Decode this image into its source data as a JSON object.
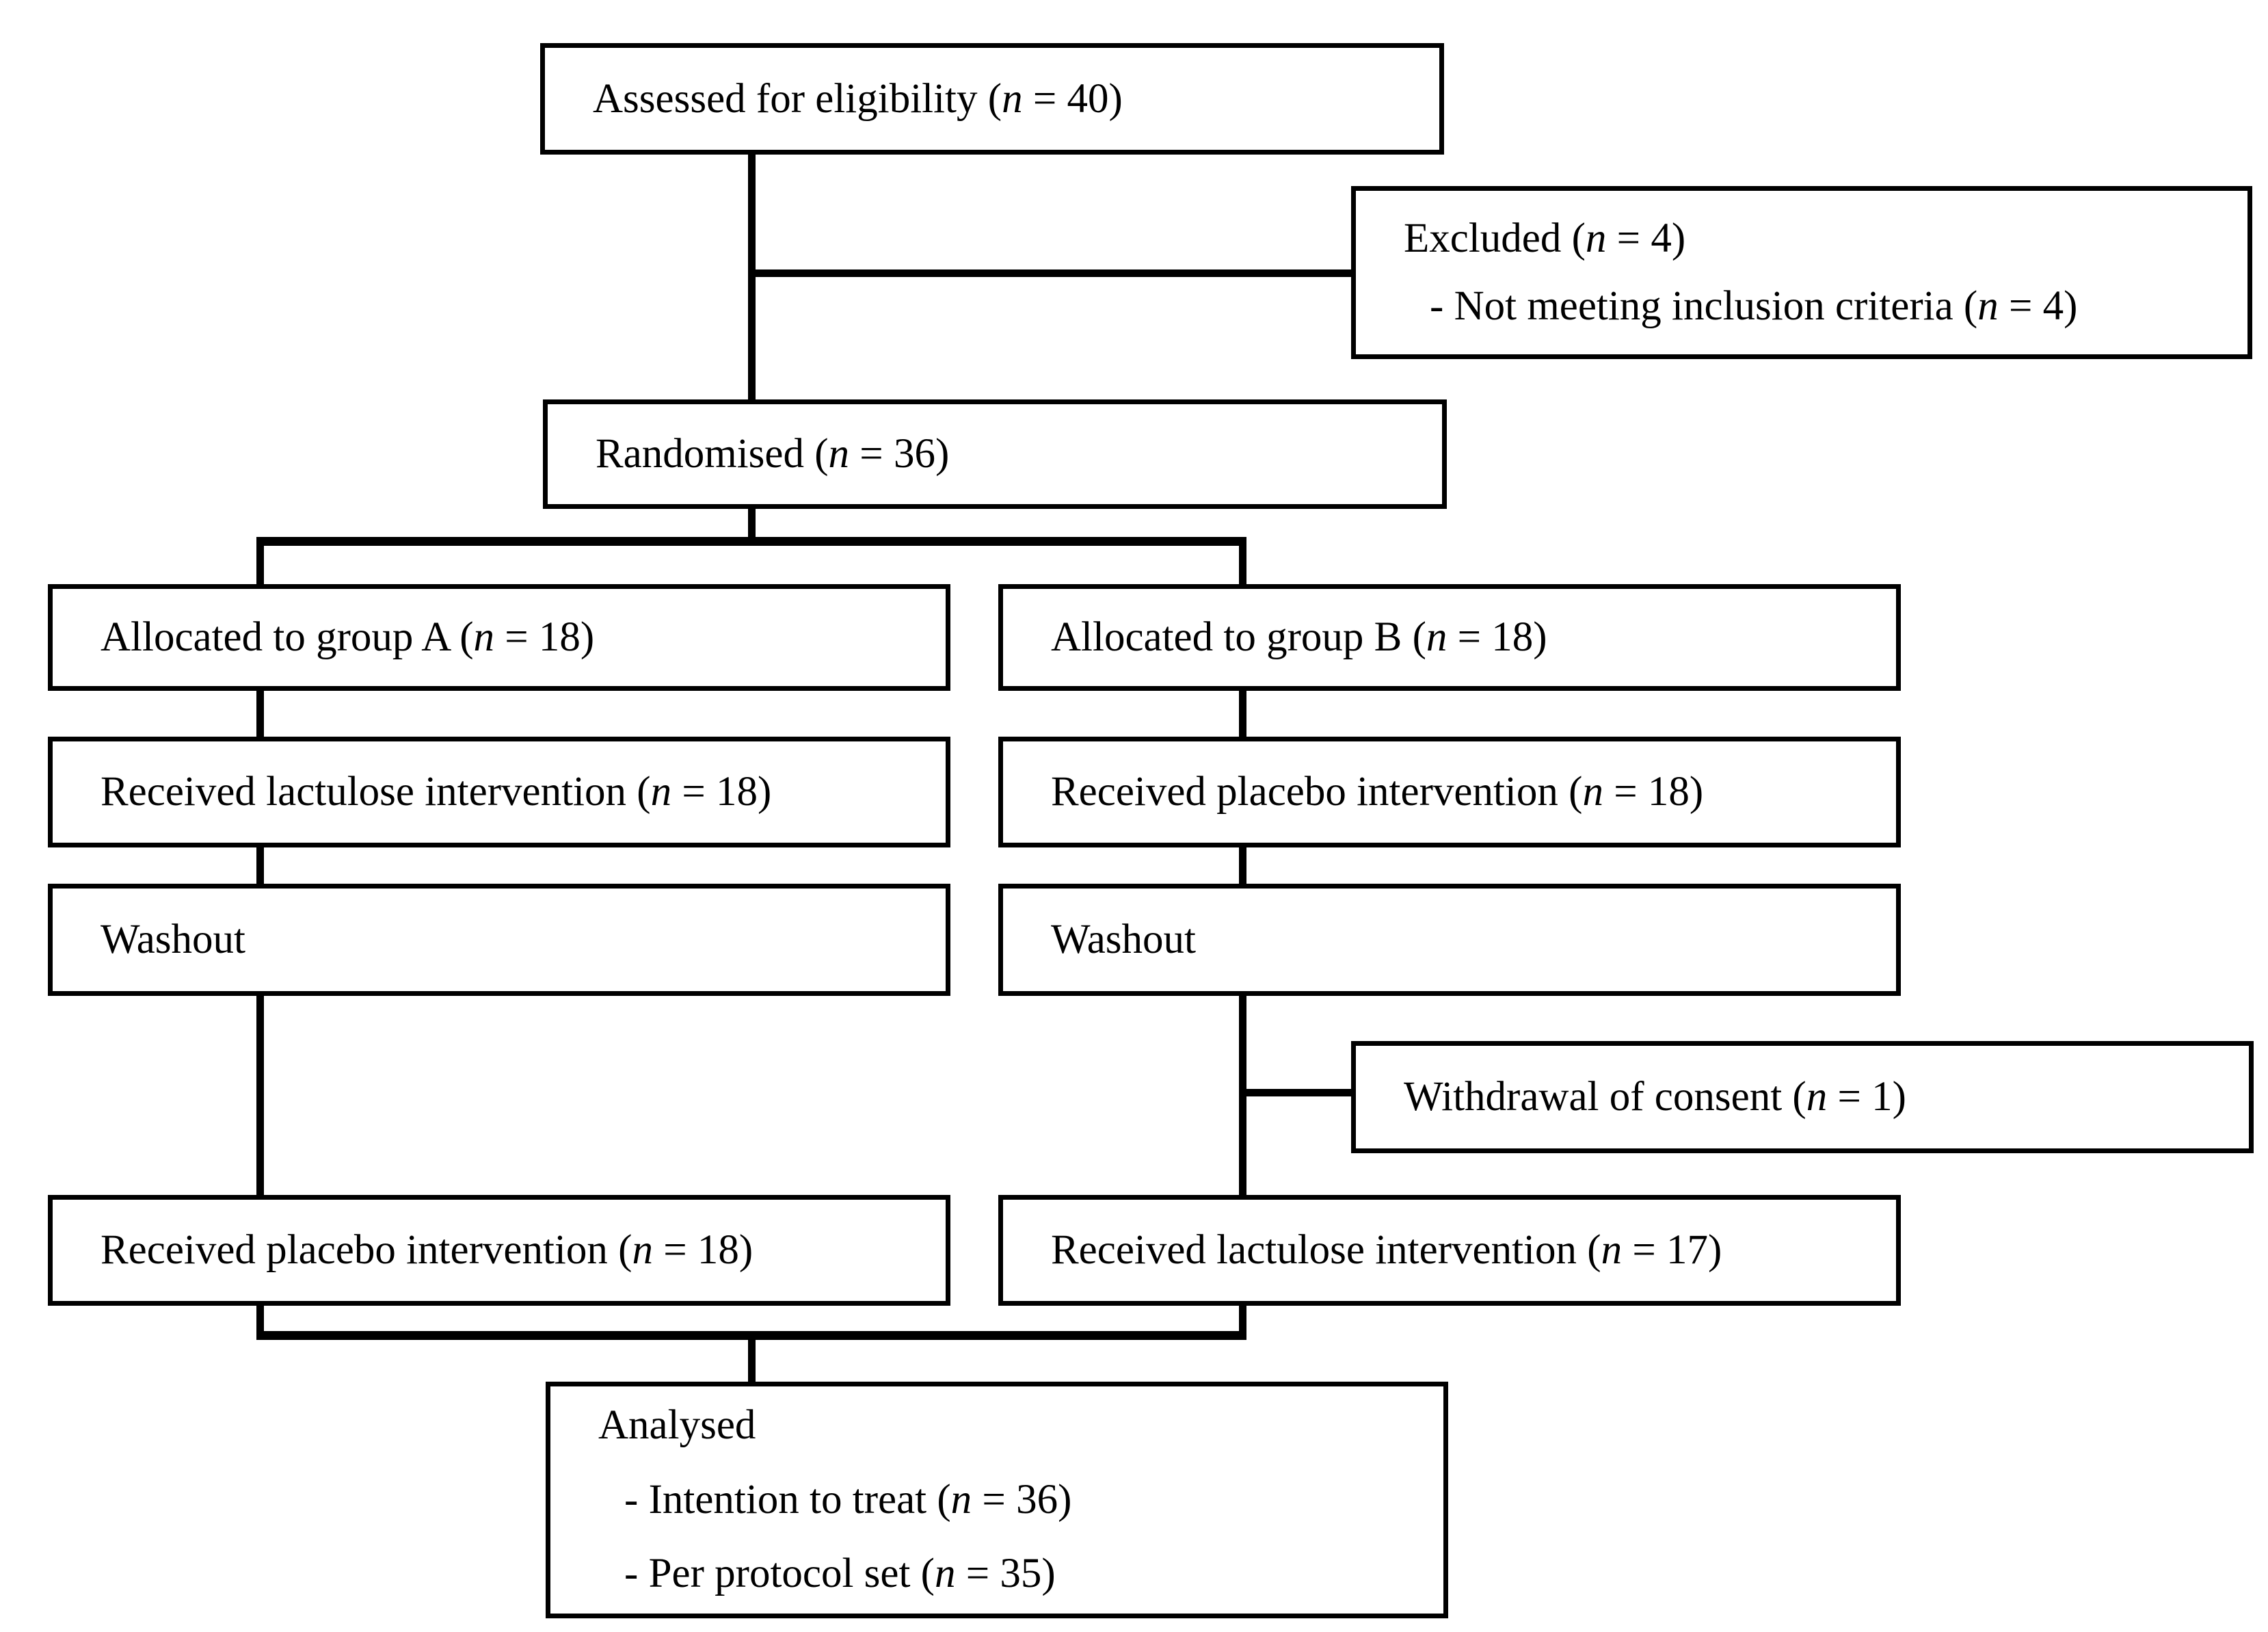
{
  "colors": {
    "line": "#000000",
    "background": "#ffffff",
    "text": "#000000"
  },
  "boxes": {
    "assessed": {
      "lines": [
        "Assessed for eligibility (n = 40)"
      ]
    },
    "excluded": {
      "lines": [
        "Excluded (n = 4)",
        "- Not meeting inclusion criteria (n = 4)"
      ]
    },
    "randomised": {
      "lines": [
        "Randomised (n = 36)"
      ]
    },
    "allocated_a": {
      "lines": [
        "Allocated to group A (n = 18)"
      ]
    },
    "allocated_b": {
      "lines": [
        "Allocated to group B (n = 18)"
      ]
    },
    "received_lactulose_a": {
      "lines": [
        "Received lactulose intervention (n = 18)"
      ]
    },
    "received_placebo_b": {
      "lines": [
        "Received placebo intervention (n = 18)"
      ]
    },
    "washout_a": {
      "lines": [
        "Washout"
      ]
    },
    "washout_b": {
      "lines": [
        "Washout"
      ]
    },
    "withdrawal": {
      "lines": [
        "Withdrawal of consent (n = 1)"
      ]
    },
    "received_placebo_a": {
      "lines": [
        "Received placebo intervention (n = 18)"
      ]
    },
    "received_lactulose_b": {
      "lines": [
        "Received lactulose intervention (n = 17)"
      ]
    },
    "analysed": {
      "lines": [
        "Analysed",
        "- Intention to treat (n = 36)",
        "- Per protocol set (n = 35)"
      ]
    }
  }
}
